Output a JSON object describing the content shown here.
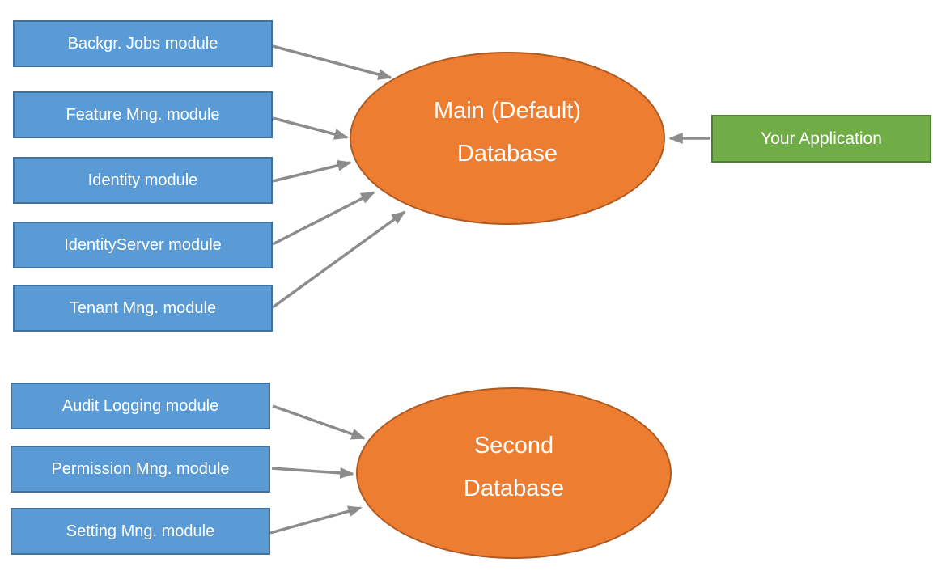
{
  "diagram": {
    "main_group": {
      "modules": [
        {
          "label": "Backgr. Jobs module"
        },
        {
          "label": "Feature Mng. module"
        },
        {
          "label": "Identity module"
        },
        {
          "label": "IdentityServer module"
        },
        {
          "label": "Tenant Mng. module"
        }
      ],
      "database": {
        "line1": "Main (Default)",
        "line2": "Database"
      }
    },
    "second_group": {
      "modules": [
        {
          "label": "Audit Logging module"
        },
        {
          "label": "Permission Mng. module"
        },
        {
          "label": "Setting Mng. module"
        }
      ],
      "database": {
        "line1": "Second",
        "line2": "Database"
      }
    },
    "application": {
      "label": "Your Application"
    },
    "edges": [
      {
        "from": "Backgr. Jobs module",
        "to": "Main (Default) Database"
      },
      {
        "from": "Feature Mng. module",
        "to": "Main (Default) Database"
      },
      {
        "from": "Identity module",
        "to": "Main (Default) Database"
      },
      {
        "from": "IdentityServer module",
        "to": "Main (Default) Database"
      },
      {
        "from": "Tenant Mng. module",
        "to": "Main (Default) Database"
      },
      {
        "from": "Your Application",
        "to": "Main (Default) Database"
      },
      {
        "from": "Audit Logging module",
        "to": "Second Database"
      },
      {
        "from": "Permission Mng. module",
        "to": "Second Database"
      },
      {
        "from": "Setting Mng. module",
        "to": "Second Database"
      }
    ],
    "colors": {
      "module_fill": "#5B9BD5",
      "module_border": "#41719C",
      "database_fill": "#ED7D31",
      "database_border": "#AE5A21",
      "application_fill": "#70AD47",
      "application_border": "#507E32",
      "arrow_color": "#8C8C8C",
      "text_color": "#FFFFFF"
    }
  }
}
